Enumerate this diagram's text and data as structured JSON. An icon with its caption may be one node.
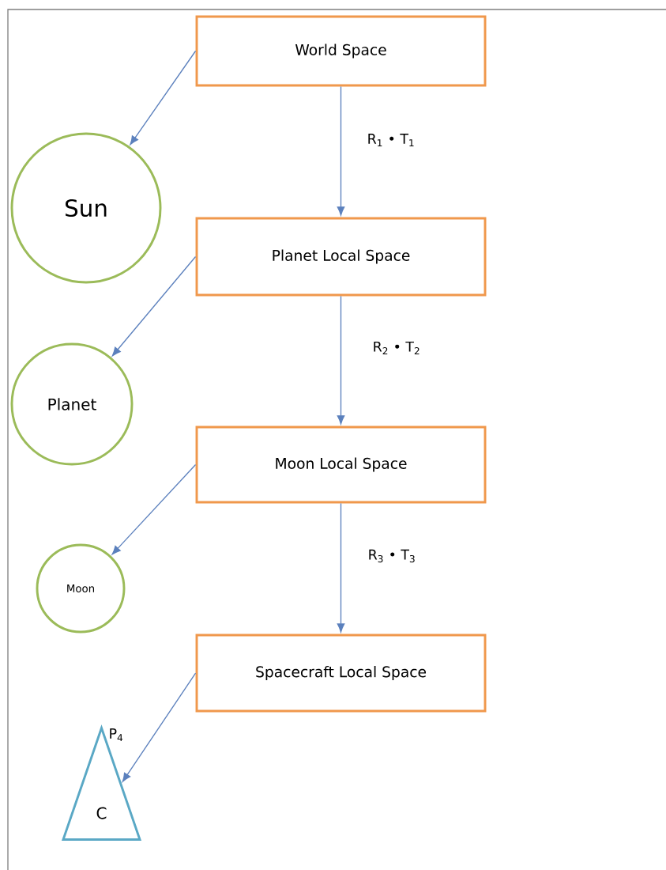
{
  "diagram": {
    "nodes": [
      {
        "text": [
          "World Space"
        ]
      },
      {
        "text": [
          "Sun"
        ]
      },
      {
        "text": [
          "Planet Local Space"
        ]
      },
      {
        "text": [
          "Planet"
        ]
      },
      {
        "text": [
          "Moon Local Space"
        ]
      },
      {
        "text": [
          "Moon"
        ]
      },
      {
        "text": [
          "Spacecraft Local Space"
        ]
      },
      {
        "text": [
          "C"
        ],
        "beside": [
          "P$_{4}$"
        ]
      }
    ],
    "edges": [
      {
        "from": 0,
        "to": 1,
        "arrow": "to"
      },
      {
        "from": 0,
        "to": 2,
        "arrow": "to",
        "label": "R$_{1}$ • T$_{1}$"
      },
      {
        "from": 2,
        "to": 3,
        "arrow": "to"
      },
      {
        "from": 2,
        "to": 4,
        "arrow": "to",
        "label": "R$_{2}$ • T$_{2}$"
      },
      {
        "from": 4,
        "to": 5,
        "arrow": "to"
      },
      {
        "from": 4,
        "to": 6,
        "arrow": "to",
        "label": "R$_{3}$ • T$_{3}$"
      },
      {
        "from": 6,
        "to": 7,
        "arrow": "to"
      }
    ]
  }
}
